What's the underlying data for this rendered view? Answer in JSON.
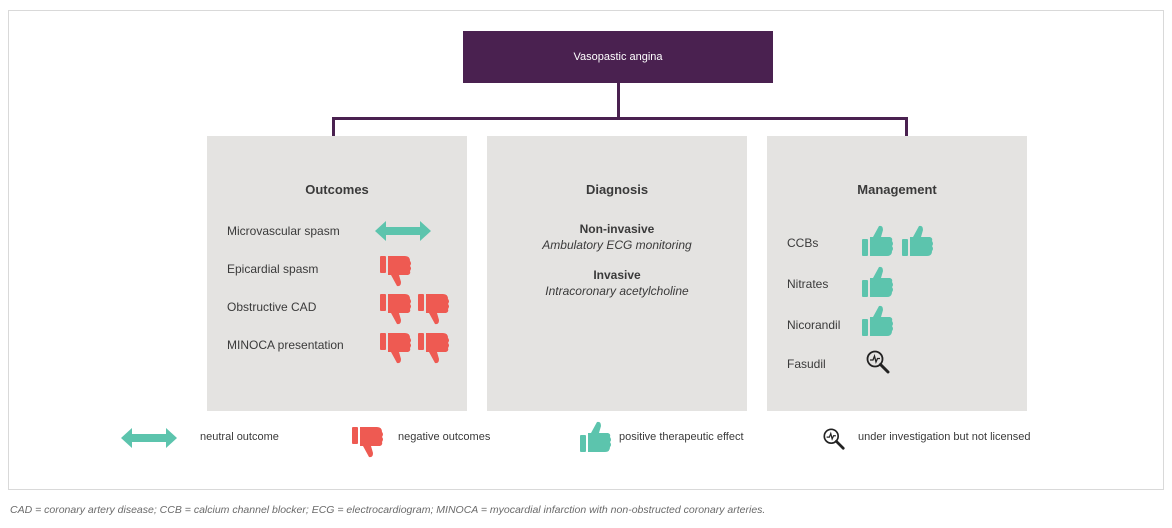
{
  "title": "Vasopastic angina",
  "outcomes": {
    "heading": "Outcomes",
    "rows": [
      {
        "label": "Microvascular spasm",
        "icon": "neutral-arrow-icon",
        "count": 1
      },
      {
        "label": "Epicardial spasm",
        "icon": "thumbs-down-icon",
        "count": 1
      },
      {
        "label": "Obstructive CAD",
        "icon": "thumbs-down-icon",
        "count": 2
      },
      {
        "label": "MINOCA presentation",
        "icon": "thumbs-down-icon",
        "count": 2
      }
    ]
  },
  "diagnosis": {
    "heading": "Diagnosis",
    "noninvasive_head": "Non-invasive",
    "noninvasive_sub": "Ambulatory ECG monitoring",
    "invasive_head": "Invasive",
    "invasive_sub": "Intracoronary acetylcholine"
  },
  "management": {
    "heading": "Management",
    "rows": [
      {
        "label": "CCBs",
        "icon": "thumbs-up-icon",
        "count": 2
      },
      {
        "label": "Nitrates",
        "icon": "thumbs-up-icon",
        "count": 1
      },
      {
        "label": "Nicorandil",
        "icon": "thumbs-up-icon",
        "count": 1
      },
      {
        "label": "Fasudil",
        "icon": "magnifier-icon",
        "count": 1
      }
    ]
  },
  "legend": {
    "neutral": "neutral outcome",
    "negative": "negative outcomes",
    "positive": "positive therapeutic effect",
    "investigation": "under investigation but not licensed"
  },
  "footnote": "CAD = coronary artery disease; CCB = calcium channel blocker; ECG = electrocardiogram; MINOCA = myocardial infarction with non-obstructed coronary arteries.",
  "colors": {
    "title_bg": "#4a2150",
    "panel_bg": "#e4e3e1",
    "positive": "#5cc4ad",
    "negative": "#ee5a52",
    "neutral": "#5cc4ad"
  }
}
